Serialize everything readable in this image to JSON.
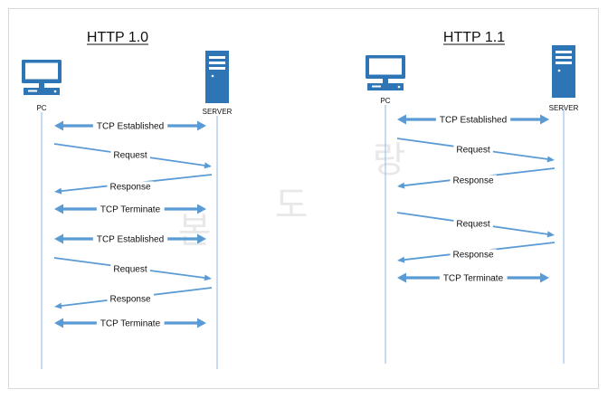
{
  "colors": {
    "arrow": "#5b9bd5",
    "lifeline": "#9dc3e6",
    "device": "#2e75b6",
    "frame_border": "#d9d9d9",
    "watermark": "#e8e8e8"
  },
  "watermark": {
    "chars": [
      "본",
      "도",
      "랑"
    ]
  },
  "panels": [
    {
      "id": "http10",
      "title": "HTTP 1.0",
      "client_label": "PC",
      "server_label": "SERVER",
      "messages": [
        {
          "label": "TCP Established",
          "kind": "both"
        },
        {
          "label": "Request",
          "kind": "to-server"
        },
        {
          "label": "Response",
          "kind": "to-client"
        },
        {
          "label": "TCP Terminate",
          "kind": "both"
        },
        {
          "label": "TCP Established",
          "kind": "both"
        },
        {
          "label": "Request",
          "kind": "to-server"
        },
        {
          "label": "Response",
          "kind": "to-client"
        },
        {
          "label": "TCP Terminate",
          "kind": "both"
        }
      ]
    },
    {
      "id": "http11",
      "title": "HTTP 1.1",
      "client_label": "PC",
      "server_label": "SERVER",
      "messages": [
        {
          "label": "TCP Established",
          "kind": "both"
        },
        {
          "label": "Request",
          "kind": "to-server"
        },
        {
          "label": "Response",
          "kind": "to-client"
        },
        {
          "label": "Request",
          "kind": "to-server"
        },
        {
          "label": "Response",
          "kind": "to-client"
        },
        {
          "label": "TCP Terminate",
          "kind": "both"
        }
      ]
    }
  ]
}
